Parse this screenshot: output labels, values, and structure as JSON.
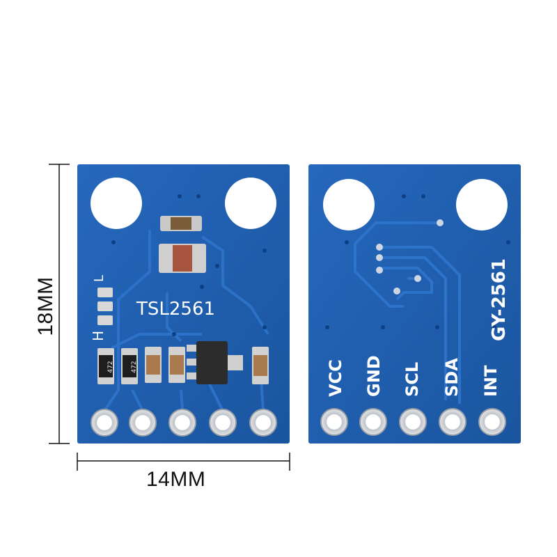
{
  "dimensions": {
    "width_label": "14MM",
    "height_label": "18MM"
  },
  "front_board": {
    "chip_label": "TSL2561",
    "jumper_high": "H",
    "jumper_low": "L",
    "resistor_code_1": "472",
    "resistor_code_2": "472"
  },
  "back_board": {
    "model_label": "GY-2561",
    "pins": [
      "VCC",
      "GND",
      "SCL",
      "SDA",
      "INT"
    ]
  },
  "colors": {
    "pcb": "#1f5fb0",
    "pcb_edge": "#2a6dc4",
    "pad": "#c8c8c8",
    "silkscreen": "#ffffff"
  }
}
